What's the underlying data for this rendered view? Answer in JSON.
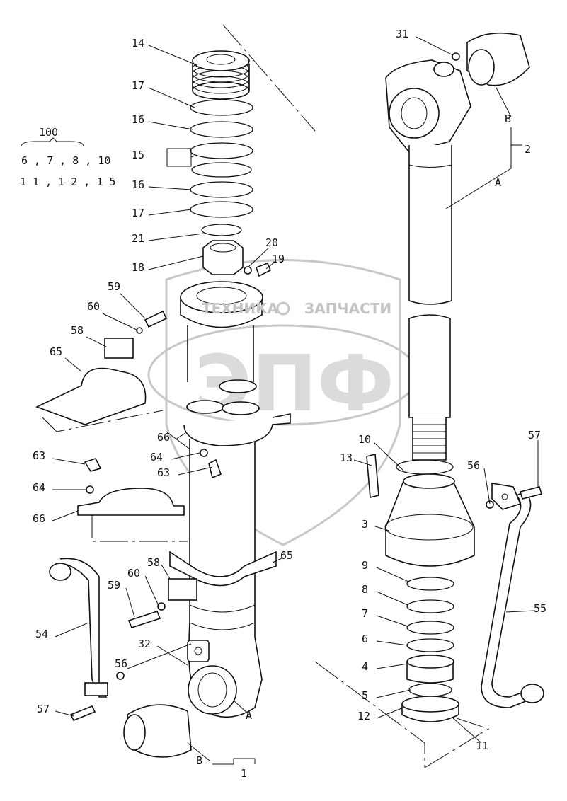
{
  "diagram": {
    "group_legend": {
      "number": "100",
      "line1": "6 , 7 , 8 , 10",
      "line2": "1 1 , 1 2 , 1 5"
    },
    "labels": [
      "14",
      "17",
      "16",
      "15",
      "16",
      "17",
      "21",
      "18",
      "20",
      "19",
      "59",
      "60",
      "58",
      "65",
      "66",
      "64",
      "63",
      "63",
      "64",
      "66",
      "65",
      "58",
      "60",
      "59",
      "54",
      "32",
      "56",
      "57",
      "A",
      "B",
      "1",
      "31",
      "B",
      "2",
      "A",
      "10",
      "13",
      "56",
      "57",
      "3",
      "9",
      "8",
      "7",
      "6",
      "4",
      "5",
      "12",
      "11",
      "55"
    ],
    "watermark": {
      "top_left": "ТЕХНИКА",
      "top_right": "ЗАПЧАСТИ",
      "logo": "ЭПФ"
    },
    "colors": {
      "line": "#111111",
      "watermark": "#c8c8c8"
    }
  }
}
